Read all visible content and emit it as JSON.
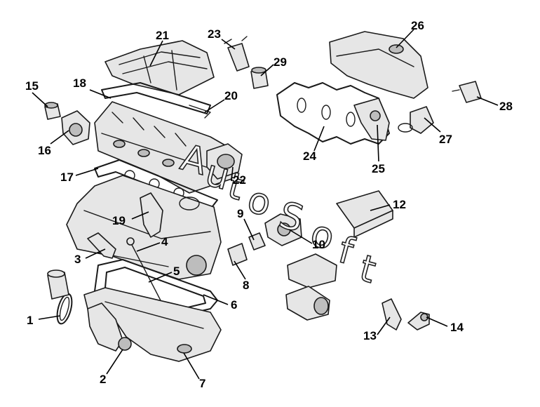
{
  "watermark": {
    "letters": [
      "A",
      "u",
      "t",
      "o",
      "S",
      "o",
      "f",
      "t"
    ]
  },
  "callouts": [
    {
      "id": "c1",
      "label": "1"
    },
    {
      "id": "c2",
      "label": "2"
    },
    {
      "id": "c3",
      "label": "3"
    },
    {
      "id": "c4",
      "label": "4"
    },
    {
      "id": "c5",
      "label": "5"
    },
    {
      "id": "c6",
      "label": "6"
    },
    {
      "id": "c7",
      "label": "7"
    },
    {
      "id": "c8",
      "label": "8"
    },
    {
      "id": "c9",
      "label": "9"
    },
    {
      "id": "c10",
      "label": "10"
    },
    {
      "id": "c12",
      "label": "12"
    },
    {
      "id": "c13",
      "label": "13"
    },
    {
      "id": "c14",
      "label": "14"
    },
    {
      "id": "c15",
      "label": "15"
    },
    {
      "id": "c16",
      "label": "16"
    },
    {
      "id": "c17",
      "label": "17"
    },
    {
      "id": "c18",
      "label": "18"
    },
    {
      "id": "c19",
      "label": "19"
    },
    {
      "id": "c20",
      "label": "20"
    },
    {
      "id": "c21",
      "label": "21"
    },
    {
      "id": "c22",
      "label": "22"
    },
    {
      "id": "c23",
      "label": "23"
    },
    {
      "id": "c24",
      "label": "24"
    },
    {
      "id": "c25",
      "label": "25"
    },
    {
      "id": "c26",
      "label": "26"
    },
    {
      "id": "c27",
      "label": "27"
    },
    {
      "id": "c28",
      "label": "28"
    },
    {
      "id": "c29",
      "label": "29"
    }
  ]
}
